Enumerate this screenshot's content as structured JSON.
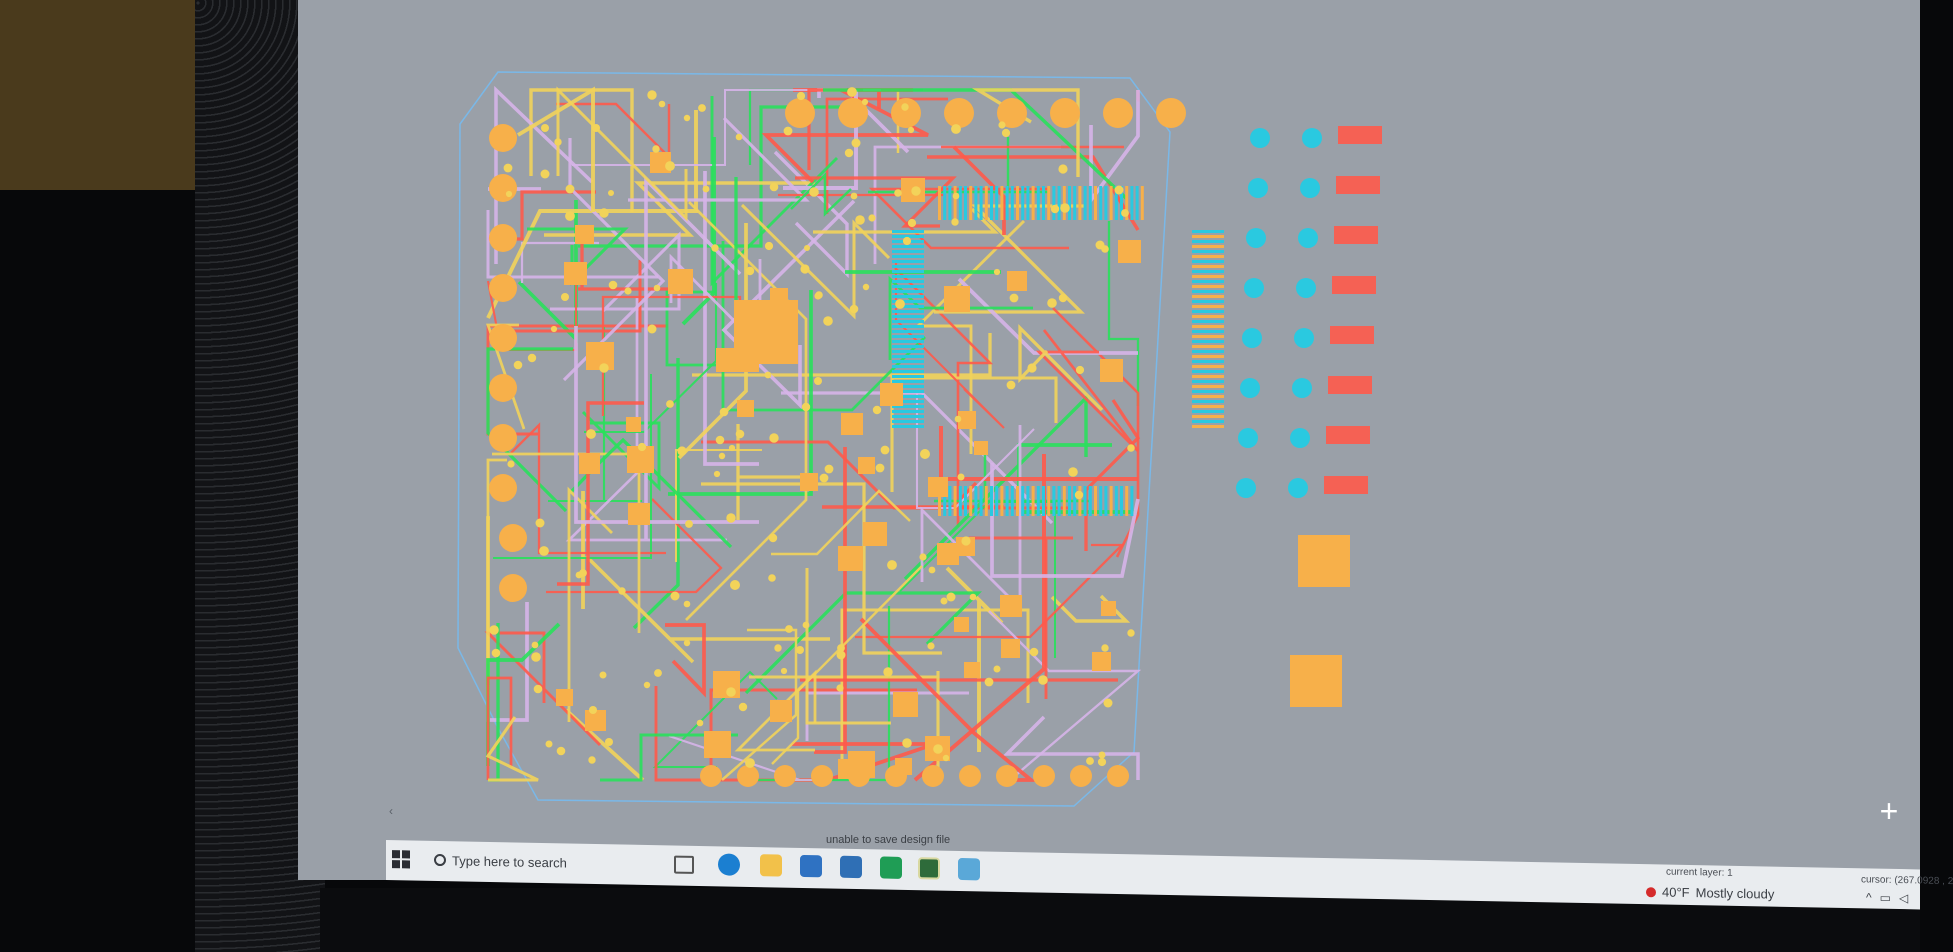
{
  "status": {
    "message": "unable to save design file"
  },
  "taskbar": {
    "search_placeholder": "Type here to search",
    "current_layer": "current layer: 1",
    "cursor": "cursor: (267.0928 , 2",
    "weather_temp": "40°F",
    "weather_desc": "Mostly cloudy",
    "pinned_icons": [
      "task-view-icon",
      "edge-icon",
      "file-explorer-icon",
      "store-icon",
      "mail-icon",
      "sheets-icon",
      "pcb-app-icon",
      "editor-app-icon"
    ]
  },
  "canvas": {
    "zoom_cursor": "+"
  },
  "colors": {
    "canvas_bg": "#9aa0a8",
    "board_outline": "#7ab8e8",
    "top_copper": "#ff5a4a",
    "bottom_copper": "#29e05b",
    "pads": "#f7b04a",
    "silk": "#d6b4e8",
    "vias": "#f2d35a",
    "inner_layer": "#2ac9e0"
  }
}
